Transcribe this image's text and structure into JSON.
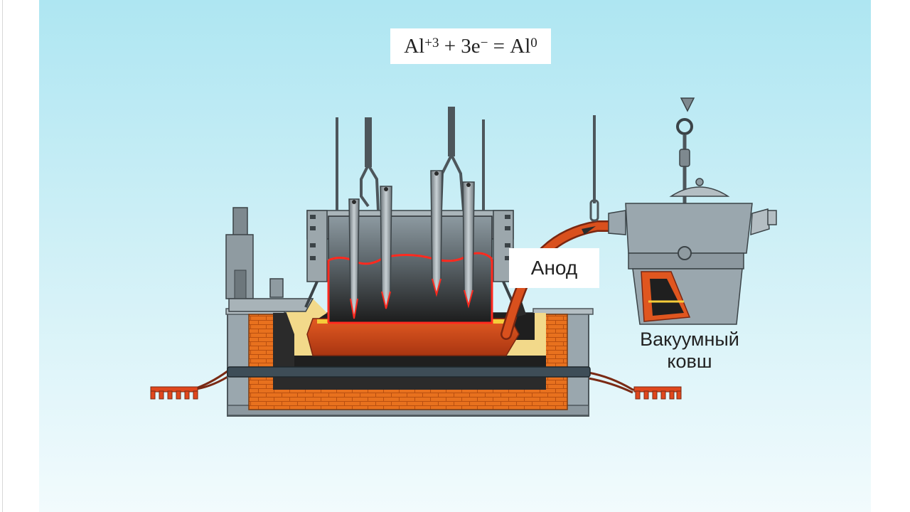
{
  "formula": {
    "left_element": "Al",
    "left_charge": "+3",
    "middle": "+ 3e",
    "electron_sign": "−",
    "equals": "=",
    "right_element": "Al",
    "right_charge": "0"
  },
  "labels": {
    "anode": "Анод",
    "ladle_line1": "Вакуумный",
    "ladle_line2": "ковш"
  },
  "colors": {
    "background_top": "#aee6f2",
    "molten_electrolyte": "#e0561f",
    "alumina_crust": "#f2d98a",
    "brick": "#e8711e",
    "steel": "#9aa7ae",
    "carbon_block": "#2b2b2b"
  }
}
